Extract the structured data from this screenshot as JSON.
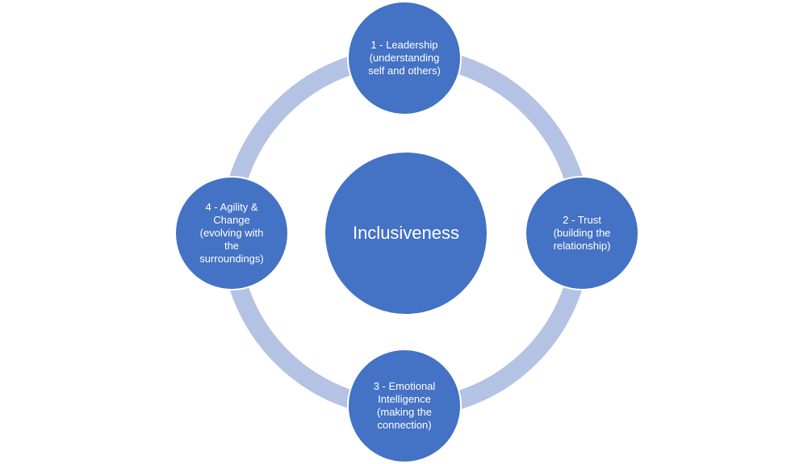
{
  "colors": {
    "node_fill": "#4472C4",
    "node_border": "#FFFFFF",
    "ring_fill": "#B4C3E4",
    "ring_edge": "#FFFFFF",
    "text": "#FFFFFF"
  },
  "center": {
    "label": "Inclusiveness"
  },
  "nodes": [
    {
      "id": "leadership",
      "label": "1 - Leadership\n(understanding\nself and others)"
    },
    {
      "id": "trust",
      "label": "2 - Trust\n(building the\nrelationship)"
    },
    {
      "id": "emotional-intelligence",
      "label": "3 - Emotional\nIntelligence\n(making the\nconnection)"
    },
    {
      "id": "agility-change",
      "label": "4 - Agility &\nChange\n(evolving with\nthe\nsurroundings)"
    }
  ]
}
